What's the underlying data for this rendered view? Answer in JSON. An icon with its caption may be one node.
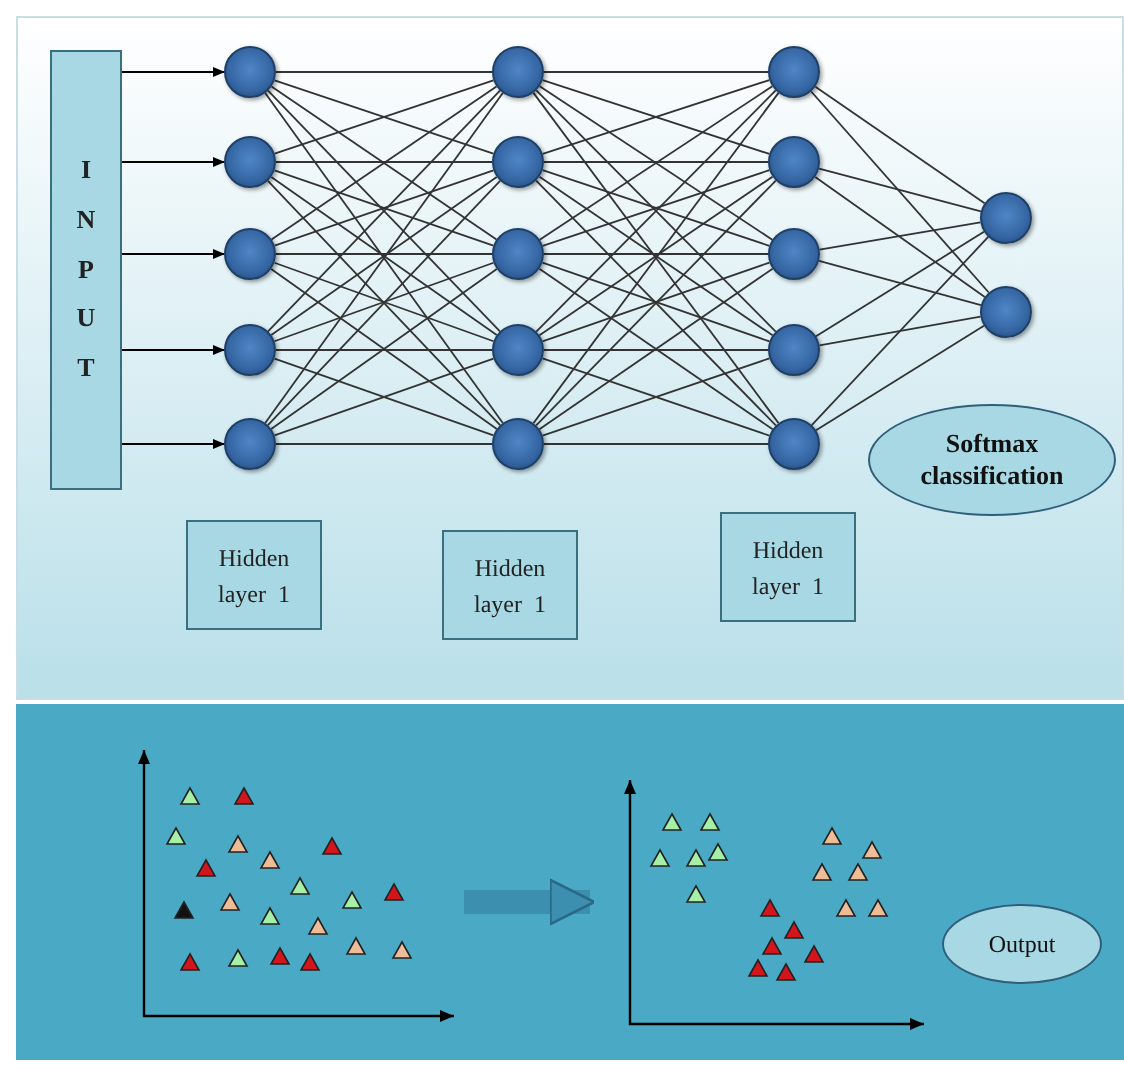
{
  "diagram": {
    "nodes": [
      {
        "text": [
          "INPUT"
        ]
      },
      {
        "text": [],
        "shape": "circle"
      },
      {
        "text": [],
        "shape": "circle"
      },
      {
        "text": [],
        "shape": "circle"
      },
      {
        "text": [],
        "shape": "circle"
      },
      {
        "text": [],
        "shape": "circle"
      },
      {
        "text": [],
        "shape": "circle"
      },
      {
        "text": [],
        "shape": "circle"
      },
      {
        "text": [],
        "shape": "circle"
      },
      {
        "text": [],
        "shape": "circle"
      },
      {
        "text": [],
        "shape": "circle"
      },
      {
        "text": [],
        "shape": "circle"
      },
      {
        "text": [],
        "shape": "circle"
      },
      {
        "text": [],
        "shape": "circle"
      },
      {
        "text": [],
        "shape": "circle"
      },
      {
        "text": [],
        "shape": "circle"
      },
      {
        "text": [],
        "shape": "circle"
      },
      {
        "text": [],
        "shape": "circle"
      },
      {
        "text": [
          "Softmax classification"
        ]
      },
      {
        "text": [
          "Hidden layer  1"
        ]
      },
      {
        "text": [
          "Hidden layer  1"
        ]
      },
      {
        "text": [
          "Hidden layer  1"
        ]
      },
      {
        "text": [],
        "shape": "picture"
      },
      {
        "text": [],
        "shape": "picture"
      },
      {
        "text": [
          "Output"
        ]
      }
    ],
    "edges": [
      {
        "from": 0,
        "to": 1,
        "arrow": "to"
      },
      {
        "from": 0,
        "to": 2,
        "arrow": "to"
      },
      {
        "from": 0,
        "to": 3,
        "arrow": "to"
      },
      {
        "from": 0,
        "to": 4,
        "arrow": "to"
      },
      {
        "from": 0,
        "to": 5,
        "arrow": "to"
      },
      {
        "from": 1,
        "to": 6,
        "arrow": "none"
      },
      {
        "from": 1,
        "to": 7,
        "arrow": "none"
      },
      {
        "from": 1,
        "to": 8,
        "arrow": "none"
      },
      {
        "from": 1,
        "to": 9,
        "arrow": "none"
      },
      {
        "from": 1,
        "to": 10,
        "arrow": "none"
      },
      {
        "from": 2,
        "to": 6,
        "arrow": "none"
      },
      {
        "from": 2,
        "to": 7,
        "arrow": "none"
      },
      {
        "from": 2,
        "to": 8,
        "arrow": "none"
      },
      {
        "from": 2,
        "to": 9,
        "arrow": "none"
      },
      {
        "from": 2,
        "to": 10,
        "arrow": "none"
      },
      {
        "from": 3,
        "to": 6,
        "arrow": "none"
      },
      {
        "from": 3,
        "to": 7,
        "arrow": "none"
      },
      {
        "from": 3,
        "to": 8,
        "arrow": "none"
      },
      {
        "from": 3,
        "to": 9,
        "arrow": "none"
      },
      {
        "from": 3,
        "to": 10,
        "arrow": "none"
      },
      {
        "from": 4,
        "to": 6,
        "arrow": "none"
      },
      {
        "from": 4,
        "to": 7,
        "arrow": "none"
      },
      {
        "from": 4,
        "to": 8,
        "arrow": "none"
      },
      {
        "from": 4,
        "to": 9,
        "arrow": "none"
      },
      {
        "from": 4,
        "to": 10,
        "arrow": "none"
      },
      {
        "from": 5,
        "to": 6,
        "arrow": "none"
      },
      {
        "from": 5,
        "to": 7,
        "arrow": "none"
      },
      {
        "from": 5,
        "to": 8,
        "arrow": "none"
      },
      {
        "from": 5,
        "to": 9,
        "arrow": "none"
      },
      {
        "from": 5,
        "to": 10,
        "arrow": "none"
      },
      {
        "from": 6,
        "to": 11,
        "arrow": "none"
      },
      {
        "from": 6,
        "to": 12,
        "arrow": "none"
      },
      {
        "from": 6,
        "to": 13,
        "arrow": "none"
      },
      {
        "from": 6,
        "to": 14,
        "arrow": "none"
      },
      {
        "from": 6,
        "to": 15,
        "arrow": "none"
      },
      {
        "from": 7,
        "to": 11,
        "arrow": "none"
      },
      {
        "from": 7,
        "to": 12,
        "arrow": "none"
      },
      {
        "from": 7,
        "to": 13,
        "arrow": "none"
      },
      {
        "from": 7,
        "to": 14,
        "arrow": "none"
      },
      {
        "from": 7,
        "to": 15,
        "arrow": "none"
      },
      {
        "from": 8,
        "to": 11,
        "arrow": "none"
      },
      {
        "from": 8,
        "to": 12,
        "arrow": "none"
      },
      {
        "from": 8,
        "to": 13,
        "arrow": "none"
      },
      {
        "from": 8,
        "to": 14,
        "arrow": "none"
      },
      {
        "from": 8,
        "to": 15,
        "arrow": "none"
      },
      {
        "from": 9,
        "to": 11,
        "arrow": "none"
      },
      {
        "from": 9,
        "to": 12,
        "arrow": "none"
      },
      {
        "from": 9,
        "to": 13,
        "arrow": "none"
      },
      {
        "from": 9,
        "to": 14,
        "arrow": "none"
      },
      {
        "from": 9,
        "to": 15,
        "arrow": "none"
      },
      {
        "from": 10,
        "to": 11,
        "arrow": "none"
      },
      {
        "from": 10,
        "to": 12,
        "arrow": "none"
      },
      {
        "from": 10,
        "to": 13,
        "arrow": "none"
      },
      {
        "from": 10,
        "to": 14,
        "arrow": "none"
      },
      {
        "from": 10,
        "to": 15,
        "arrow": "none"
      },
      {
        "from": 11,
        "to": 16,
        "arrow": "none"
      },
      {
        "from": 11,
        "to": 17,
        "arrow": "none"
      },
      {
        "from": 12,
        "to": 16,
        "arrow": "none"
      },
      {
        "from": 12,
        "to": 17,
        "arrow": "none"
      },
      {
        "from": 13,
        "to": 16,
        "arrow": "none"
      },
      {
        "from": 13,
        "to": 17,
        "arrow": "none"
      },
      {
        "from": 14,
        "to": 16,
        "arrow": "none"
      },
      {
        "from": 14,
        "to": 17,
        "arrow": "none"
      },
      {
        "from": 15,
        "to": 16,
        "arrow": "none"
      },
      {
        "from": 15,
        "to": 17,
        "arrow": "none"
      },
      {
        "from": 22,
        "to": 23,
        "arrow": "to",
        "style": "thick",
        "color": "#3d8fb0"
      }
    ]
  }
}
